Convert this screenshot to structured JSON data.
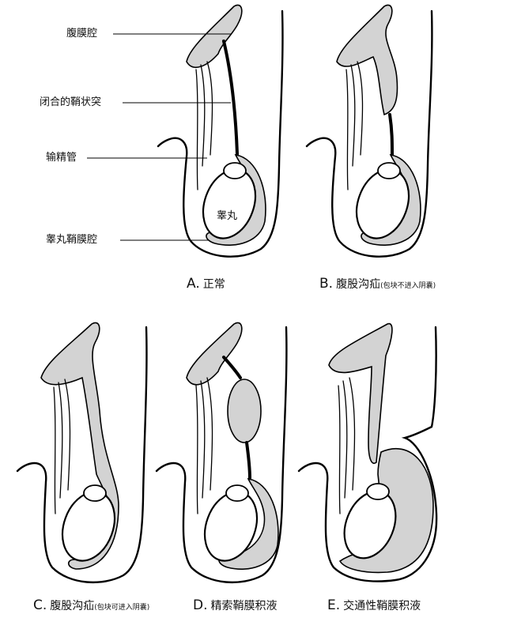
{
  "labels": {
    "peritoneal_cavity": "腹膜腔",
    "closed_processus": "闭合的鞘状突",
    "vas_deferens": "输精管",
    "tunica_cavity": "睾丸鞘膜腔",
    "testis": "睾丸"
  },
  "panels": [
    {
      "letter": "A.",
      "title": "正常",
      "note": ""
    },
    {
      "letter": "B.",
      "title": "腹股沟疝",
      "note": "(包块不进入阴囊)"
    },
    {
      "letter": "C.",
      "title": "腹股沟疝",
      "note": "(包块可进入阴囊)"
    },
    {
      "letter": "D.",
      "title": "精索鞘膜积液",
      "note": ""
    },
    {
      "letter": "E.",
      "title": "交通性鞘膜积液",
      "note": ""
    }
  ]
}
